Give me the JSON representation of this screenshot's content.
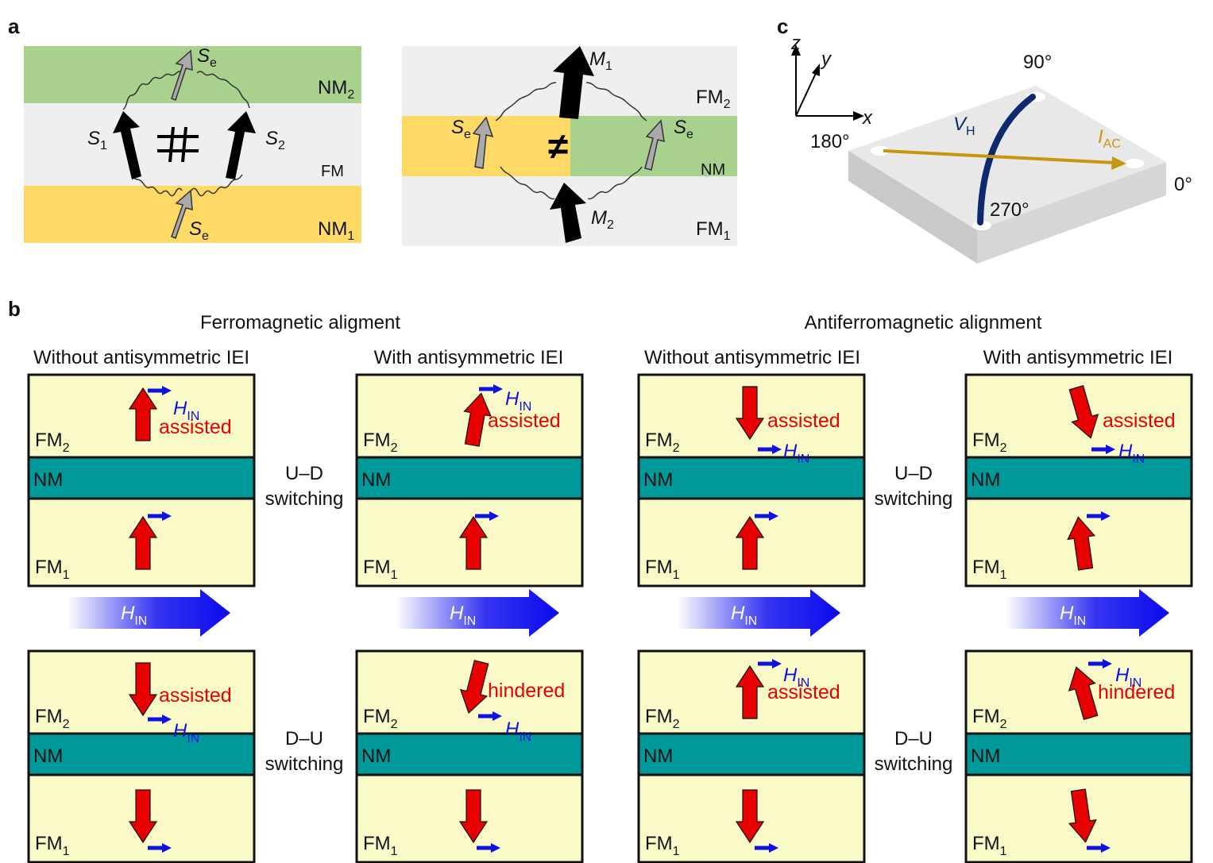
{
  "panel_labels": {
    "a": "a",
    "b": "b",
    "c": "c"
  },
  "panel_a_left": {
    "layers": {
      "top": "NM",
      "top_sub": "2",
      "middle": "FM",
      "bottom": "NM",
      "bottom_sub": "1"
    },
    "spins": {
      "s1": "S",
      "s1_sub": "1",
      "s2": "S",
      "s2_sub": "2",
      "se": "S",
      "se_sub": "e"
    },
    "symbol": "not-parallel"
  },
  "panel_a_right": {
    "layers": {
      "top": "FM",
      "top_sub": "2",
      "middle": "NM",
      "bottom": "FM",
      "bottom_sub": "1"
    },
    "moments": {
      "m1": "M",
      "m1_sub": "1",
      "m2": "M",
      "m2_sub": "2",
      "se": "S",
      "se_sub": "e"
    },
    "symbol": "≠"
  },
  "panel_c": {
    "axes": {
      "x": "x",
      "y": "y",
      "z": "z"
    },
    "angles": {
      "a90": "90°",
      "a180": "180°",
      "a0": "0°",
      "a270": "270°"
    },
    "vh": "V",
    "vh_sub": "H",
    "iac": "I",
    "iac_sub": "AC",
    "colors": {
      "vh": "#0d2a6e",
      "iac": "#c8960c",
      "plate": "#e4e4e4"
    }
  },
  "panel_b": {
    "group_titles": {
      "ferro": "Ferromagnetic aligment",
      "antiferro": "Antiferromagnetic alignment"
    },
    "column_titles": [
      "Without antisymmetric IEI",
      "With antisymmetric IEI",
      "Without antisymmetric IEI",
      "With antisymmetric IEI"
    ],
    "switch_labels": {
      "ud_1": "U–D",
      "ud_2": "switching",
      "du_1": "D–U",
      "du_2": "switching"
    },
    "layer_labels": {
      "fm": "FM",
      "fm2_sub": "2",
      "fm1_sub": "1",
      "nm": "NM"
    },
    "field": {
      "h": "H",
      "h_sub": "IN"
    },
    "states": {
      "assisted": "assisted",
      "hindered": "hindered"
    },
    "colors": {
      "layer": "#fafac8",
      "nm": "#009999",
      "arrow": "#e60000",
      "field": "#1010e0"
    }
  }
}
